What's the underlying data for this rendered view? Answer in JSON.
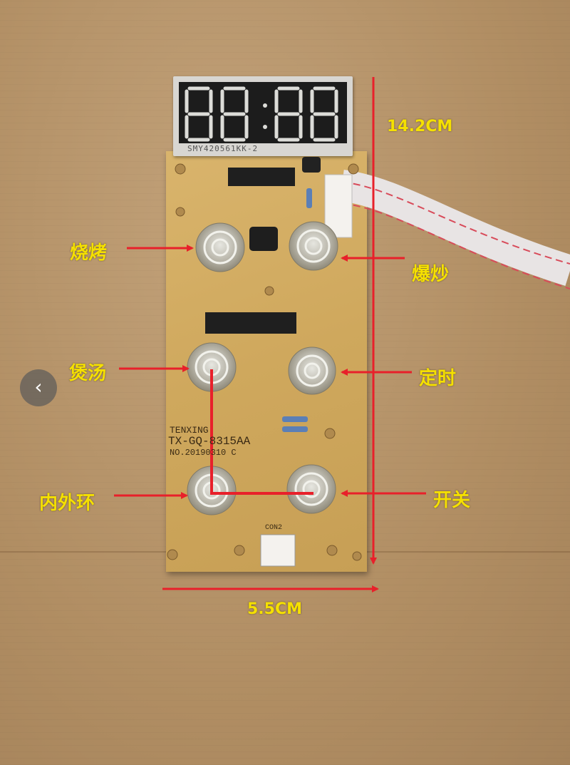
{
  "labels": {
    "bake": "烧烤",
    "stir_fry": "爆炒",
    "soup": "煲汤",
    "timer": "定时",
    "inner_outer_ring": "内外环",
    "power": "开关"
  },
  "dimensions": {
    "height": "14.2CM",
    "width": "5.5CM"
  },
  "board": {
    "brand": "TENXING",
    "model": "TX-GQ-8315AA",
    "date_code": "NO.20190310 C",
    "connector": "CON2",
    "display_part": "SMY420561KK-2",
    "display_digits": "88:88"
  },
  "nav": {
    "prev_icon": "chevron-left-icon",
    "prev_glyph": "‹"
  },
  "colors": {
    "label": "#f5e000",
    "arrow": "#e8202a",
    "pcb": "#d2ad62"
  }
}
